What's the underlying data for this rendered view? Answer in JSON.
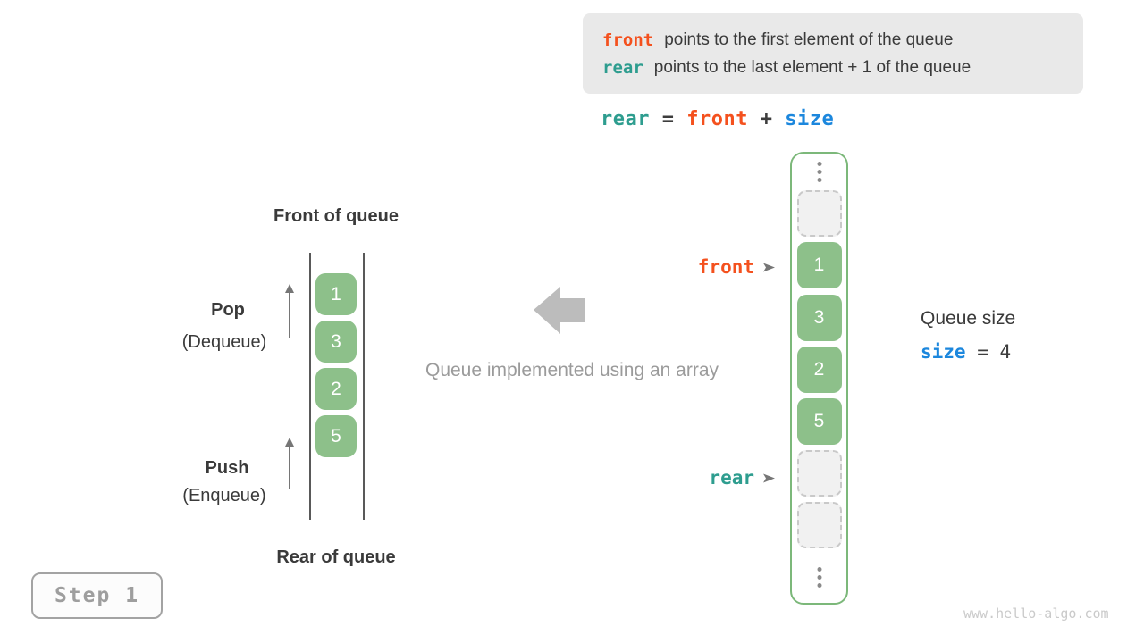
{
  "info_box": {
    "line1_keyword": "front",
    "line1_text": "points to the first element of the queue",
    "line2_keyword": "rear",
    "line2_text": "points to the last element + 1 of the queue"
  },
  "formula": {
    "rear": "rear",
    "eq": " = ",
    "front": "front",
    "plus": " + ",
    "size": "size"
  },
  "left_queue": {
    "front_of_queue_label": "Front of queue",
    "rear_of_queue_label": "Rear of queue",
    "pop_label": "Pop",
    "pop_sublabel": "(Dequeue)",
    "push_label": "Push",
    "push_sublabel": "(Enqueue)",
    "values": [
      "1",
      "3",
      "2",
      "5"
    ]
  },
  "middle": {
    "caption": "Queue implemented using an array"
  },
  "array_box": {
    "values": [
      "1",
      "3",
      "2",
      "5"
    ],
    "front_pointer_label": "front",
    "rear_pointer_label": "rear"
  },
  "size_panel": {
    "title": "Queue size",
    "keyword": "size",
    "eq_value": " = 4"
  },
  "step_badge": {
    "label": "Step 1"
  },
  "watermark": "www.hello-algo.com",
  "colors": {
    "keyword_orange": "#f4511e",
    "keyword_teal": "#2e9d8f",
    "keyword_blue": "#1c87dd",
    "cell_green": "#8dc08a",
    "frame_green": "#7cb87a",
    "info_box_bg": "#e9e9e9",
    "muted_gray": "#9b9b9b"
  }
}
